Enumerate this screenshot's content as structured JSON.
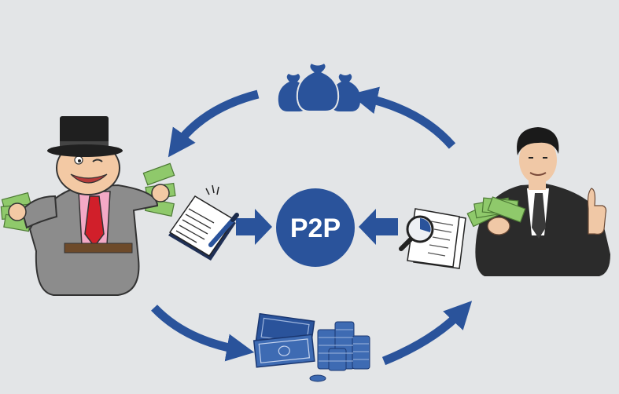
{
  "center": {
    "label": "P2P"
  },
  "colors": {
    "background": "#e3e5e7",
    "blue": "#2a539b",
    "blue_light": "#3e6bb3",
    "money_green": "#8fc96b",
    "suit_gray": "#8c8c8c",
    "suit_dark": "#2b2b2b",
    "tie_red": "#d11f2a",
    "skin": "#f3c9a4"
  },
  "icons": [
    "money-bags-icon",
    "contract-document-icon",
    "report-document-icon",
    "cash-and-coins-icon",
    "investor-character",
    "borrower-character"
  ]
}
